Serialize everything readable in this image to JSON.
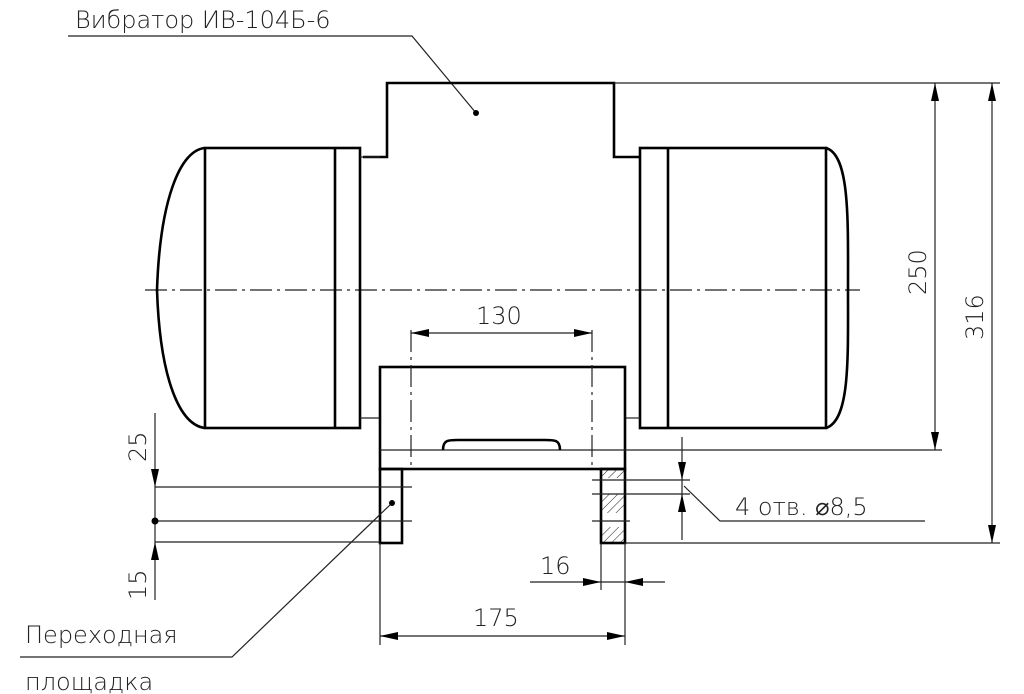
{
  "title": "Вибратор ИВ-104Б-6",
  "dimensions": {
    "d130": "130",
    "d250": "250",
    "d316": "316",
    "d25": "25",
    "d15": "15",
    "d16": "16",
    "d175": "175",
    "holes": "4 отв. ⌀8,5"
  },
  "callout": {
    "line1": "Переходная",
    "line2": "площадка"
  }
}
